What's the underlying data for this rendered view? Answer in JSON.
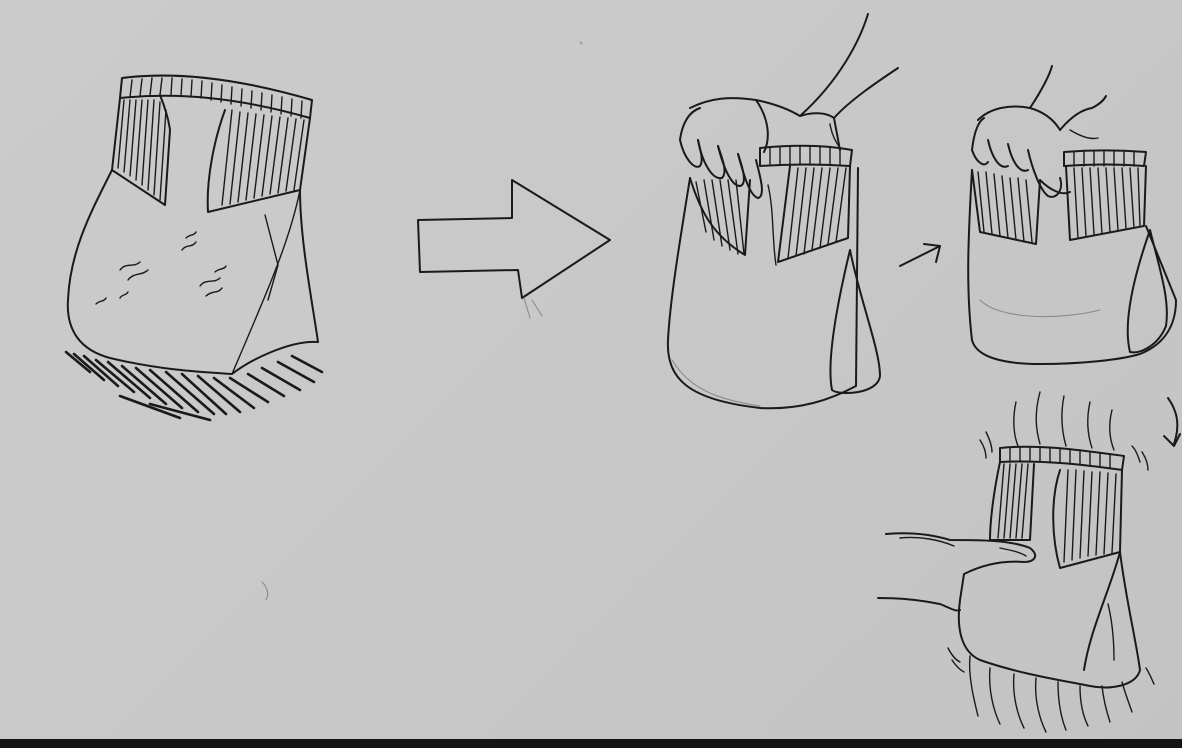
{
  "sketch": {
    "panels": [
      {
        "id": "full-bag",
        "description_icon": "bag-icon"
      },
      {
        "id": "arrow",
        "description_icon": "arrow-right-icon"
      },
      {
        "id": "hand-folding",
        "description_icon": "hand-icon"
      },
      {
        "id": "small-arrow",
        "description_icon": "arrow-icon"
      },
      {
        "id": "hand-pinching",
        "description_icon": "hand-icon"
      },
      {
        "id": "curved-arrow",
        "description_icon": "curved-arrow-icon"
      },
      {
        "id": "squeezed-bag",
        "description_icon": "bag-icon"
      }
    ],
    "colors": {
      "paper": "#c9c9c9",
      "ink": "#1a1a1a",
      "edge": "#141414"
    }
  }
}
